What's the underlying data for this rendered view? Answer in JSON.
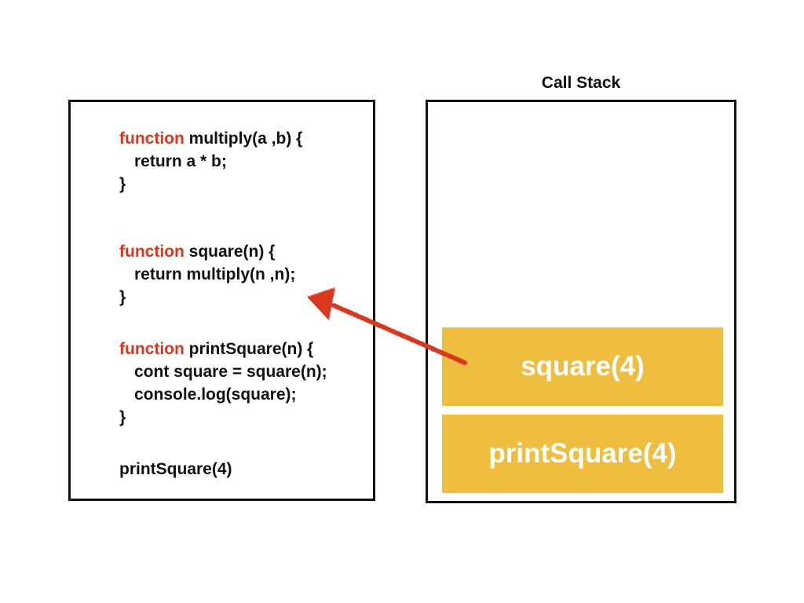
{
  "call_stack": {
    "title": "Call Stack",
    "frames": [
      {
        "label": "square(4)"
      },
      {
        "label": "printSquare(4)"
      }
    ]
  },
  "code": {
    "lines": [
      {
        "keyword": "function",
        "text": " multiply(a ,b) {"
      },
      {
        "text": "return a * b;"
      },
      {
        "text": "}"
      },
      {
        "keyword": "function",
        "text": " square(n) {"
      },
      {
        "text": "return multiply(n ,n);"
      },
      {
        "text": "}"
      },
      {
        "keyword": "function",
        "text": " printSquare(n) {"
      },
      {
        "text": "cont square = square(n);"
      },
      {
        "text": "console.log(square);"
      },
      {
        "text": "}"
      },
      {
        "text": "printSquare(4)"
      }
    ]
  },
  "colors": {
    "keyword": "#d9381e",
    "frame": "#f0be3e",
    "arrow": "#d9381e",
    "frame_text": "#ffffff"
  }
}
